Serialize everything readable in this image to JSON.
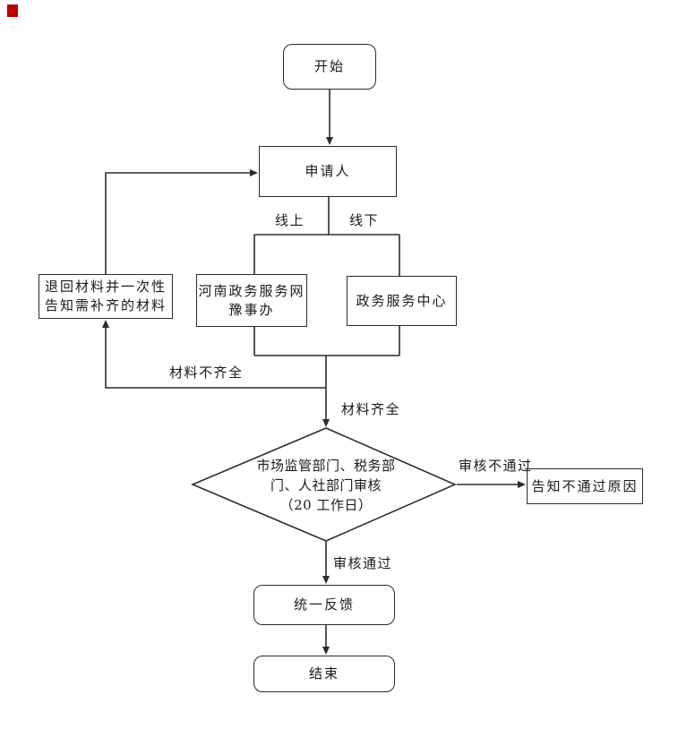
{
  "page": {
    "background": "#ffffff",
    "line_color": "#2b2b2b",
    "text_color": "#1a1a1a",
    "marker_color": "#c00000"
  },
  "flowchart": {
    "nodes": {
      "start": {
        "shape": "rounded",
        "label": "开始"
      },
      "applicant": {
        "shape": "rect",
        "label": "申请人"
      },
      "online_portal": {
        "shape": "rect",
        "lines": [
          "河南政务服务网",
          "豫事办"
        ]
      },
      "service_center": {
        "shape": "rect",
        "label": "政务服务中心"
      },
      "return_materials": {
        "shape": "rect",
        "lines": [
          "退回材料并一次性",
          "告知需补齐的材料"
        ]
      },
      "review_decision": {
        "shape": "diamond",
        "lines": [
          "市场监管部门、税务部",
          "门、人社部门审核",
          "（20 工作日）"
        ]
      },
      "notify_failure": {
        "shape": "rect",
        "label": "告知不通过原因"
      },
      "unified_feedback": {
        "shape": "rounded",
        "label": "统一反馈"
      },
      "end": {
        "shape": "rounded",
        "label": "结束"
      }
    },
    "edge_labels": {
      "online": "线上",
      "offline": "线下",
      "materials_incomplete": "材料不齐全",
      "materials_complete": "材料齐全",
      "review_failed": "审核不通过",
      "review_passed": "审核通过"
    }
  }
}
